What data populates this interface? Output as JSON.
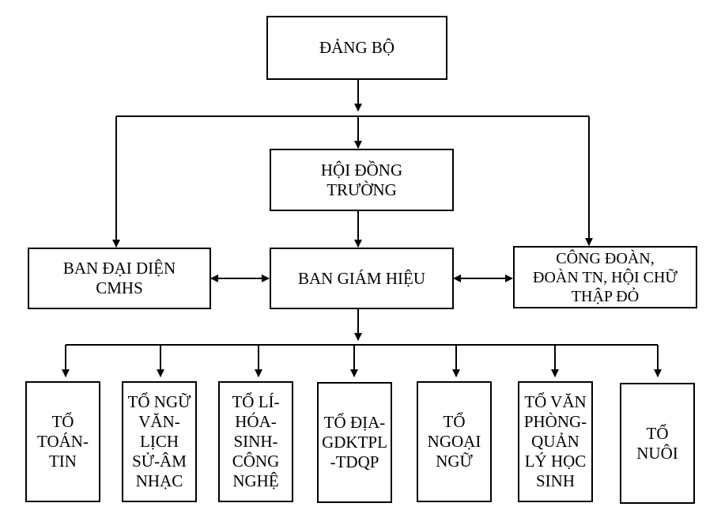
{
  "nodes": {
    "dang_bo": "ĐẢNG BỘ",
    "hoi_dong_truong": "HỘI ĐỒNG\nTRƯỜNG",
    "ban_dai_dien": "BAN ĐẠI DIỆN\nCMHS",
    "ban_giam_hieu": "BAN GIÁM HIỆU",
    "cong_doan": "CÔNG ĐOÀN,\nĐOÀN TN, HỘI CHỮ\nTHẬP ĐỎ",
    "departments": [
      "TỔ\nTOÁN-\nTIN",
      "TỔ NGỮ\nVĂN-\nLỊCH\nSỬ-ÂM\nNHẠC",
      "TỔ LÍ-\nHÓA-\nSINH-\nCÔNG\nNGHỆ",
      "TỔ ĐỊA-\nGDKTPL\n-TDQP",
      "TỔ\nNGOẠI\nNGỮ",
      "TỔ VĂN\nPHÒNG-\nQUẢN\nLÝ HỌC\nSINH",
      "TỔ NUÔI"
    ]
  }
}
